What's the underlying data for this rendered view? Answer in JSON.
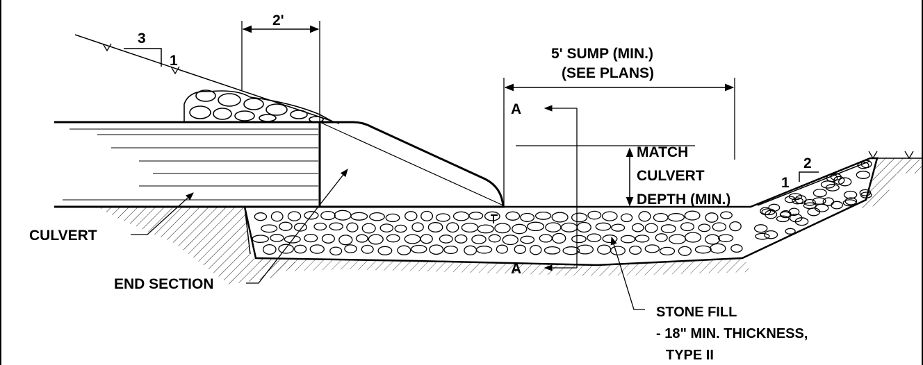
{
  "labels": {
    "dim_2ft": "2'",
    "sump_line1": "5' SUMP (MIN.)",
    "sump_line2": "(SEE PLANS)",
    "section_top": "A",
    "section_bottom": "A",
    "match_line1": "MATCH",
    "match_line2": "CULVERT",
    "match_line3": "DEPTH (MIN.)",
    "slope_left_run": "3",
    "slope_left_rise": "1",
    "slope_right_run": "2",
    "slope_right_rise": "1",
    "culvert": "CULVERT",
    "end_section": "END SECTION",
    "stone_fill_line1": "STONE FILL",
    "stone_fill_line2": "- 18\" MIN. THICKNESS,",
    "stone_fill_line3": "TYPE II"
  }
}
